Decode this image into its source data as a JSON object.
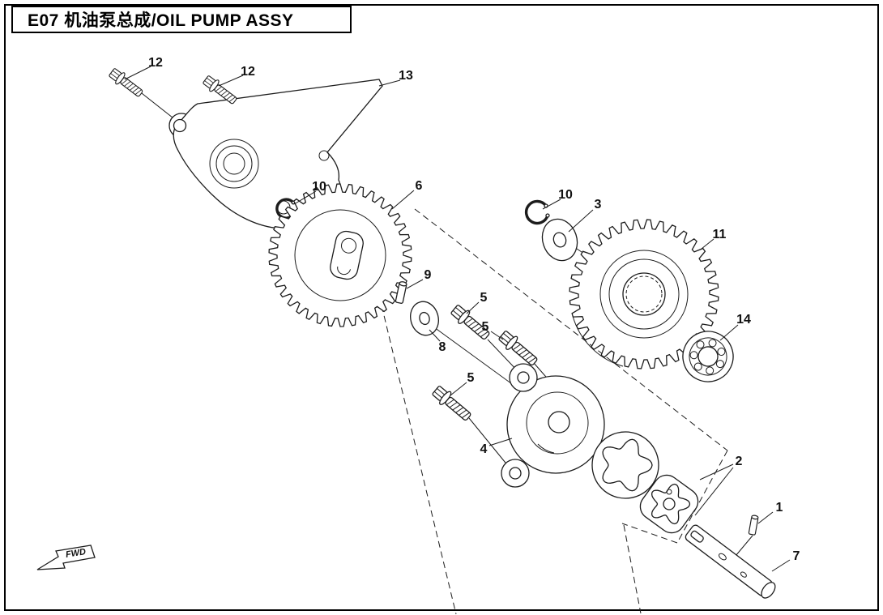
{
  "header": {
    "title": "E07 机油泵总成/OIL PUMP ASSY"
  },
  "fwd": {
    "label": "FWD"
  },
  "callouts": [
    {
      "label": "12"
    },
    {
      "label": "12"
    },
    {
      "label": "13"
    },
    {
      "label": "10"
    },
    {
      "label": "6"
    },
    {
      "label": "10"
    },
    {
      "label": "3"
    },
    {
      "label": "11"
    },
    {
      "label": "14"
    },
    {
      "label": "9"
    },
    {
      "label": "5"
    },
    {
      "label": "5"
    },
    {
      "label": "8"
    },
    {
      "label": "5"
    },
    {
      "label": "4"
    },
    {
      "label": "2"
    },
    {
      "label": "1"
    },
    {
      "label": "7"
    }
  ]
}
